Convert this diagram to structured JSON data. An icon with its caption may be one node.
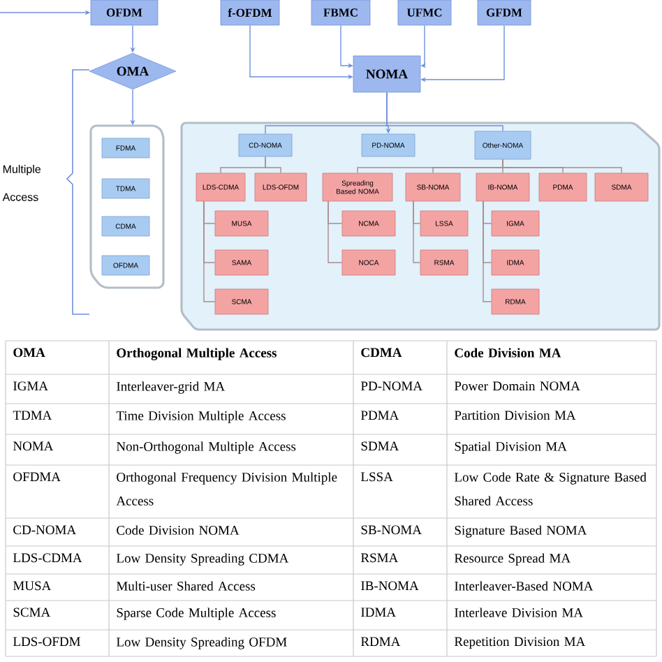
{
  "diagram": {
    "nodes": [
      {
        "text": [
          "OFDM"
        ]
      },
      {
        "text": [
          "f-OFDM"
        ]
      },
      {
        "text": [
          "FBMC"
        ]
      },
      {
        "text": [
          "UFMC"
        ]
      },
      {
        "text": [
          "GFDM"
        ]
      },
      {
        "text": [
          "OMA"
        ]
      },
      {
        "text": [
          "NOMA"
        ]
      },
      {
        "text": [],
        "shape": "box"
      },
      {
        "text": [
          "FDMA"
        ],
        "in": 7
      },
      {
        "text": [
          "TDMA"
        ],
        "in": 7
      },
      {
        "text": [
          "CDMA"
        ],
        "in": 7
      },
      {
        "text": [
          "OFDMA"
        ],
        "in": 7
      },
      {
        "text": [],
        "shape": "box"
      },
      {
        "text": [
          "CD-NOMA"
        ],
        "in": 12
      },
      {
        "text": [
          "PD-NOMA"
        ],
        "in": 12
      },
      {
        "text": [
          "Other-NOMA"
        ],
        "in": 12
      },
      {
        "text": [
          "LDS-CDMA"
        ],
        "in": 12
      },
      {
        "text": [
          "LDS-OFDM"
        ],
        "in": 12
      },
      {
        "text": [
          "MUSA"
        ],
        "in": 12
      },
      {
        "text": [
          "SAMA"
        ],
        "in": 12
      },
      {
        "text": [
          "SCMA"
        ],
        "in": 12
      },
      {
        "text": [
          "Spreading Based NOMA"
        ],
        "in": 12
      },
      {
        "text": [
          "NCMA"
        ],
        "in": 12
      },
      {
        "text": [
          "NOCA"
        ],
        "in": 12
      },
      {
        "text": [
          "SB-NOMA"
        ],
        "in": 12
      },
      {
        "text": [
          "LSSA"
        ],
        "in": 12
      },
      {
        "text": [
          "RSMA"
        ],
        "in": 12
      },
      {
        "text": [
          "IB-NOMA"
        ],
        "in": 12
      },
      {
        "text": [
          "IGMA"
        ],
        "in": 12
      },
      {
        "text": [
          "IDMA"
        ],
        "in": 12
      },
      {
        "text": [
          "RDMA"
        ],
        "in": 12
      },
      {
        "text": [
          "PDMA"
        ],
        "in": 12
      },
      {
        "text": [
          "SDMA"
        ],
        "in": 12
      }
    ],
    "edges": [
      {
        "from": null,
        "to": 0,
        "arrow": "to",
        "color": "#6f8fdc"
      },
      {
        "from": 0,
        "to": 5,
        "arrow": "to",
        "color": "#6f8fdc"
      },
      {
        "from": 1,
        "to": 6,
        "arrow": "to",
        "color": "#6f8fdc"
      },
      {
        "from": 2,
        "to": 6,
        "arrow": "to",
        "color": "#6f8fdc"
      },
      {
        "from": 3,
        "to": 6,
        "arrow": "to",
        "color": "#6f8fdc"
      },
      {
        "from": 4,
        "to": 6,
        "arrow": "to",
        "color": "#6f8fdc"
      },
      {
        "from": 5,
        "to": 7,
        "arrow": "to",
        "color": "#6f8fdc"
      },
      {
        "from": 6,
        "to": 14,
        "arrow": "to",
        "color": "#6f8fdc"
      },
      {
        "from": 6,
        "to": 13,
        "arrow": "none",
        "color": "#6f8fdc"
      },
      {
        "from": 6,
        "to": 15,
        "arrow": "none",
        "color": "#6f8fdc"
      },
      {
        "from": 13,
        "to": 16,
        "arrow": "none"
      },
      {
        "from": 13,
        "to": 17,
        "arrow": "none"
      },
      {
        "from": 16,
        "to": 18,
        "arrow": "none"
      },
      {
        "from": 16,
        "to": 19,
        "arrow": "none"
      },
      {
        "from": 16,
        "to": 20,
        "arrow": "none"
      },
      {
        "from": 15,
        "to": 21,
        "arrow": "none"
      },
      {
        "from": 15,
        "to": 24,
        "arrow": "none"
      },
      {
        "from": 15,
        "to": 27,
        "arrow": "none"
      },
      {
        "from": 15,
        "to": 31,
        "arrow": "none"
      },
      {
        "from": 15,
        "to": 32,
        "arrow": "none"
      },
      {
        "from": 21,
        "to": 22,
        "arrow": "none"
      },
      {
        "from": 21,
        "to": 23,
        "arrow": "none"
      },
      {
        "from": 24,
        "to": 25,
        "arrow": "none"
      },
      {
        "from": 24,
        "to": 26,
        "arrow": "none"
      },
      {
        "from": 27,
        "to": 28,
        "arrow": "none"
      },
      {
        "from": 27,
        "to": 29,
        "arrow": "none"
      },
      {
        "from": 27,
        "to": 30,
        "arrow": "none"
      }
    ],
    "labels": [
      "Multiple Access",
      "OMA",
      "Orthogonal Multiple Access",
      "CDMA",
      "Code Division MA",
      "IGMA",
      "Interleaver-grid MA",
      "PD-NOMA",
      "Power Domain NOMA",
      "TDMA",
      "Time Division Multiple Access",
      "PDMA",
      "Partition Division MA",
      "NOMA",
      "Non-Orthogonal Multiple Access",
      "SDMA",
      "Spatial Division MA",
      "OFDMA",
      "Orthogonal Frequency Division Multiple Access",
      "LSSA",
      "Low Code Rate & Signature Based Shared Access",
      "CD-NOMA",
      "Code Division NOMA",
      "SB-NOMA",
      "Signature Based NOMA",
      "LDS-CDMA",
      "Low Density Spreading CDMA",
      "RSMA",
      "Resource Spread MA",
      "MUSA",
      "Multi-user Shared Access",
      "IB-NOMA",
      "Interleaver-Based NOMA",
      "SCMA",
      "Sparse Code Multiple Access",
      "IDMA",
      "Interleave Division MA",
      "LDS-OFDM",
      "Low Density Spreading OFDM",
      "RDMA",
      "Repetition Division MA"
    ]
  }
}
